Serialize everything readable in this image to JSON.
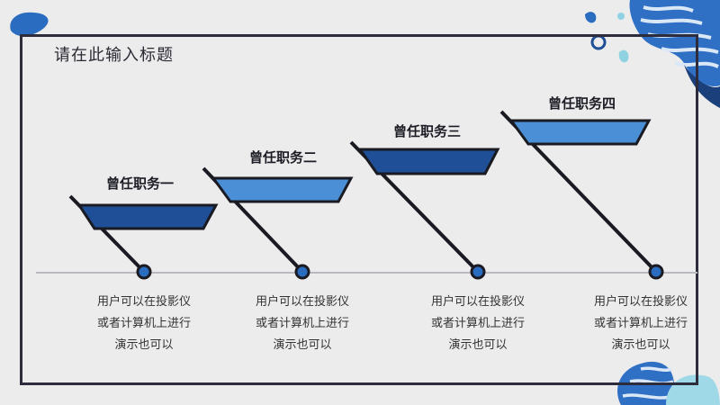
{
  "slide": {
    "title": "请在此输入标题"
  },
  "flags": [
    {
      "label": "曾任职务一",
      "description": [
        "用户可以在投影仪",
        "或者计算机上进行",
        "演示也可以"
      ],
      "color": "#1f4f96"
    },
    {
      "label": "曾任职务二",
      "description": [
        "用户可以在投影仪",
        "或者计算机上进行",
        "演示也可以"
      ],
      "color": "#4b90d6"
    },
    {
      "label": "曾任职务三",
      "description": [
        "用户可以在投影仪",
        "或者计算机上进行",
        "演示也可以"
      ],
      "color": "#1f4f96"
    },
    {
      "label": "曾任职务四",
      "description": [
        "用户可以在投影仪",
        "或者计算机上进行",
        "演示也可以"
      ],
      "color": "#4b90d6"
    }
  ],
  "colors": {
    "background": "#ececed",
    "frame": "#2c2c3c",
    "dark_blue": "#1f4f96",
    "light_blue": "#4b90d6",
    "pole": "#1a1a22"
  }
}
